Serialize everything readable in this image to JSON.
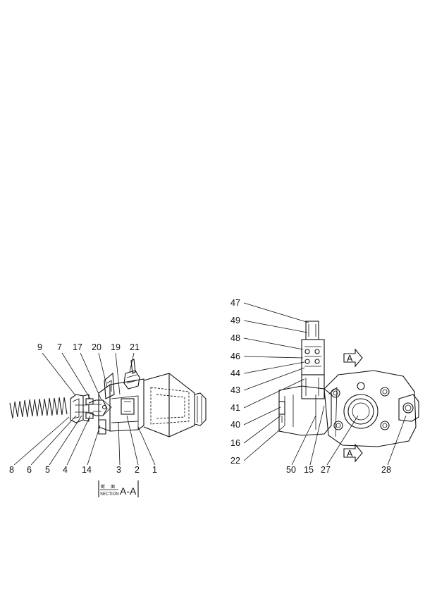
{
  "left_view": {
    "callouts": [
      "9",
      "7",
      "17",
      "20",
      "19",
      "21",
      "8",
      "6",
      "5",
      "4",
      "14",
      "3",
      "2",
      "1"
    ],
    "section_caption": {
      "kanji_left": "断",
      "kanji_right": "面",
      "section_word": "SECTION",
      "section_name": "A-A"
    }
  },
  "right_view": {
    "callouts": [
      "47",
      "49",
      "48",
      "46",
      "44",
      "43",
      "41",
      "40",
      "16",
      "22",
      "50",
      "15",
      "27",
      "28"
    ],
    "view_arrow_top": "A",
    "view_arrow_bottom": "A"
  }
}
